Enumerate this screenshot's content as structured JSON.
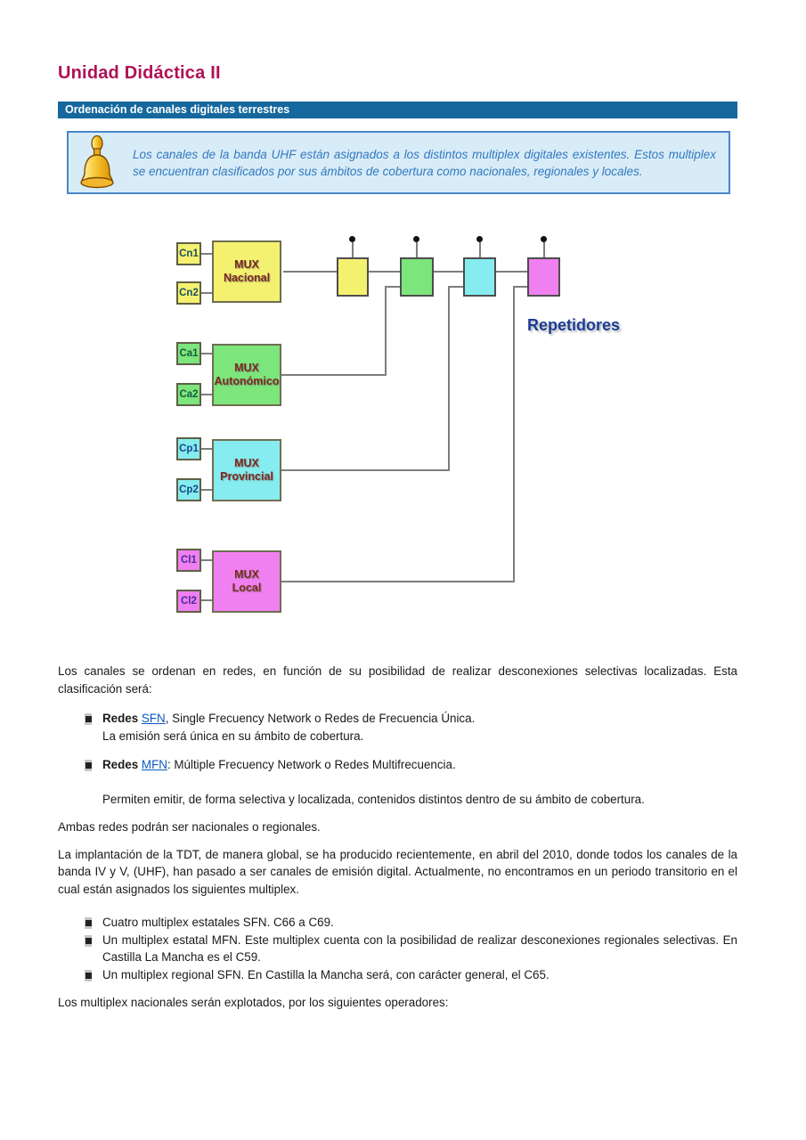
{
  "page": {
    "title": "Unidad Didáctica II",
    "section_header": "Ordenación de canales digitales terrestres"
  },
  "info": {
    "icon": "bell-icon",
    "text": "Los canales de la banda UHF están asignados a los distintos multiplex digitales existentes. Estos multiplex se encuentran clasificados por sus ámbitos de cobertura como nacionales, regionales y locales."
  },
  "diagram": {
    "repeaters_label": "Repetidores",
    "groups": [
      {
        "inputs": [
          "Cn1",
          "Cn2"
        ],
        "label1": "MUX",
        "label2": "Nacional",
        "color": "#f5f170"
      },
      {
        "inputs": [
          "Ca1",
          "Ca2"
        ],
        "label1": "MUX",
        "label2": "Autonómico",
        "color": "#7ce57c"
      },
      {
        "inputs": [
          "Cp1",
          "Cp2"
        ],
        "label1": "MUX",
        "label2": "Provincial",
        "color": "#86ecef"
      },
      {
        "inputs": [
          "Cl1",
          "Cl2"
        ],
        "label1": "MUX",
        "label2": "Local",
        "color": "#f07ff0"
      }
    ],
    "repeater_colors": [
      "#f5f170",
      "#7ce57c",
      "#86ecef",
      "#f07ff0"
    ]
  },
  "body": {
    "p1": "Los canales se ordenan en redes, en función de su posibilidad de realizar desconexiones selectivas localizadas. Esta clasificación será:",
    "bullet_sfn": {
      "bold": "Redes ",
      "link": "SFN",
      "rest": ", Single Frecuency Network o Redes de Frecuencia Única.",
      "line2": "La emisión será única en su ámbito de cobertura."
    },
    "bullet_mfn": {
      "bold": "Redes ",
      "link": "MFN",
      "rest": ": Múltiple Frecuency Network o Redes Multifrecuencia."
    },
    "p2": "Permiten emitir, de forma selectiva y localizada, contenidos distintos dentro de su ámbito de cobertura.",
    "p3": "Ambas redes podrán ser nacionales o regionales.",
    "p4": "La implantación de la TDT, de manera global, se ha producido recientemente, en abril del 2010, donde todos los canales de la banda IV y V, (UHF), han pasado a ser canales de emisión digital. Actualmente, no encontramos en un periodo transitorio en el cual están asignados los siguientes multiplex.",
    "list2": [
      "Cuatro multiplex estatales SFN. C66 a C69.",
      "Un multiplex estatal MFN. Este multiplex cuenta con la posibilidad de realizar desconexiones regionales selectivas. En Castilla La Mancha es el C59.",
      "Un multiplex regional SFN. En Castilla la Mancha será, con carácter general, el C65."
    ],
    "p5": "Los multiplex nacionales serán explotados, por los siguientes operadores:"
  },
  "colors": {
    "title": "#b01155",
    "section_bar_bg": "#15689e",
    "section_bar_text": "#ffffff",
    "info_bg": "#d8ecf8",
    "info_border": "#4a86c8",
    "info_text": "#3279be",
    "link": "#0a58c0",
    "repetidores_label": "#1c3c96",
    "mux_label_text": "#7a2a20"
  }
}
